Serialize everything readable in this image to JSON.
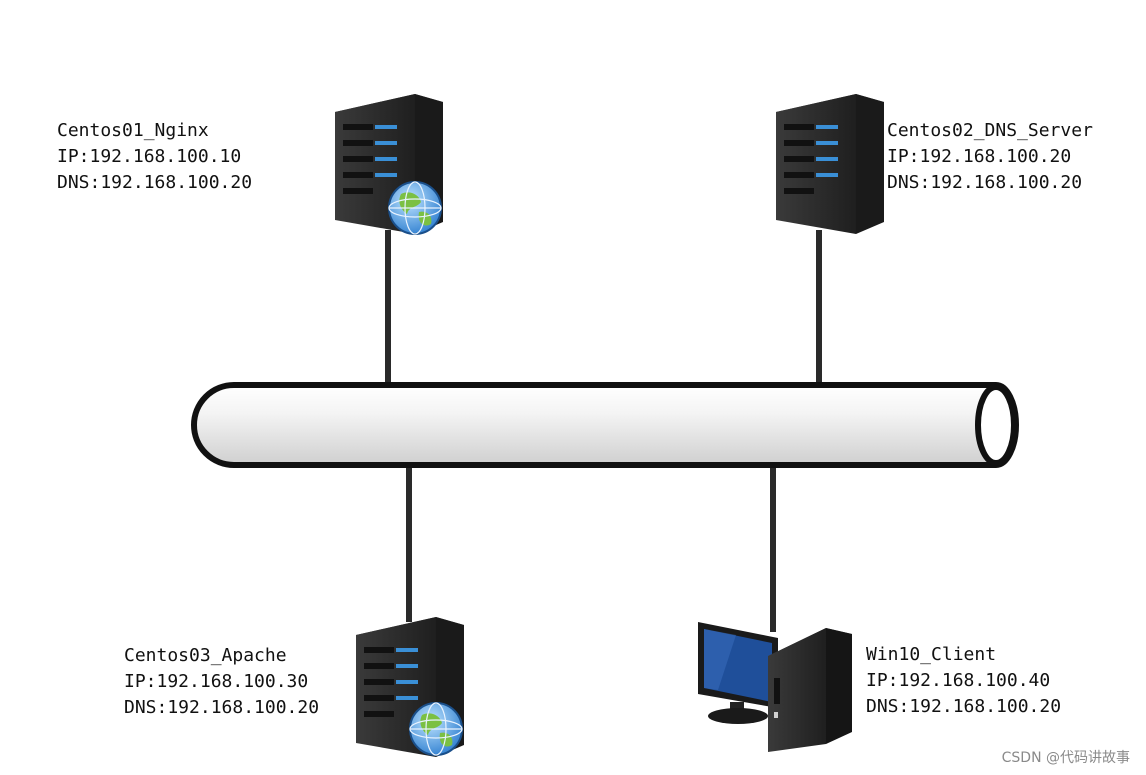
{
  "nodes": {
    "nginx": {
      "name": "Centos01_Nginx",
      "ip": "IP:192.168.100.10",
      "dns": "DNS:192.168.100.20",
      "device_icon": "server-with-globe"
    },
    "dns_server": {
      "name": "Centos02_DNS_Server",
      "ip": "IP:192.168.100.20",
      "dns": "DNS:192.168.100.20",
      "device_icon": "server"
    },
    "apache": {
      "name": "Centos03_Apache",
      "ip": "IP:192.168.100.30",
      "dns": "DNS:192.168.100.20",
      "device_icon": "server-with-globe"
    },
    "client": {
      "name": "Win10_Client",
      "ip": "IP:192.168.100.40",
      "dns": "DNS:192.168.100.20",
      "device_icon": "desktop-computer"
    }
  },
  "network": {
    "icon": "network-bus-pipe"
  },
  "watermark": "CSDN @代码讲故事",
  "colors": {
    "server_body": "#2b2b2b",
    "server_led": "#3a8fd6",
    "monitor_screen": "#1f4f9a",
    "pipe_fill": "#e6e6e6",
    "link": "#2a2a2a"
  }
}
